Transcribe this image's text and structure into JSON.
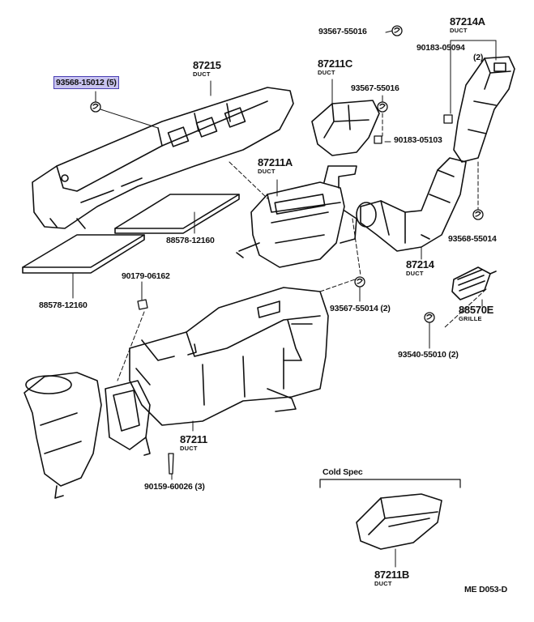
{
  "labels": {
    "p93568_15012": "93568-15012 (5)",
    "p87215": "87215",
    "p87215_sub": "DUCT",
    "p87211C": "87211C",
    "p87211C_sub": "DUCT",
    "p87214A": "87214A",
    "p87214A_sub": "DUCT",
    "p93567_55016a": "93567-55016",
    "p93567_55016b": "93567-55016",
    "p90183_05094": "90183-05094",
    "p90183_05094_qty": "(2)",
    "p90183_05103": "90183-05103",
    "p87211A": "87211A",
    "p87211A_sub": "DUCT",
    "p88578_12160a": "88578-12160",
    "p88578_12160b": "88578-12160",
    "p90179_06162": "90179-06162",
    "p93568_55014": "93568-55014",
    "p87214": "87214",
    "p87214_sub": "DUCT",
    "p93567_55014": "93567-55014 (2)",
    "p88570E": "88570E",
    "p88570E_sub": "GRILLE",
    "p93540_55010": "93540-55010 (2)",
    "p87211": "87211",
    "p87211_sub": "DUCT",
    "p90159_60026": "90159-60026 (3)",
    "cold_spec": "Cold Spec",
    "p87211B": "87211B",
    "p87211B_sub": "DUCT",
    "diagram_code": "ME D053-D"
  },
  "colors": {
    "line": "#111111",
    "highlight_fill": "#c9c4f0",
    "highlight_border": "#4a3fb3"
  }
}
